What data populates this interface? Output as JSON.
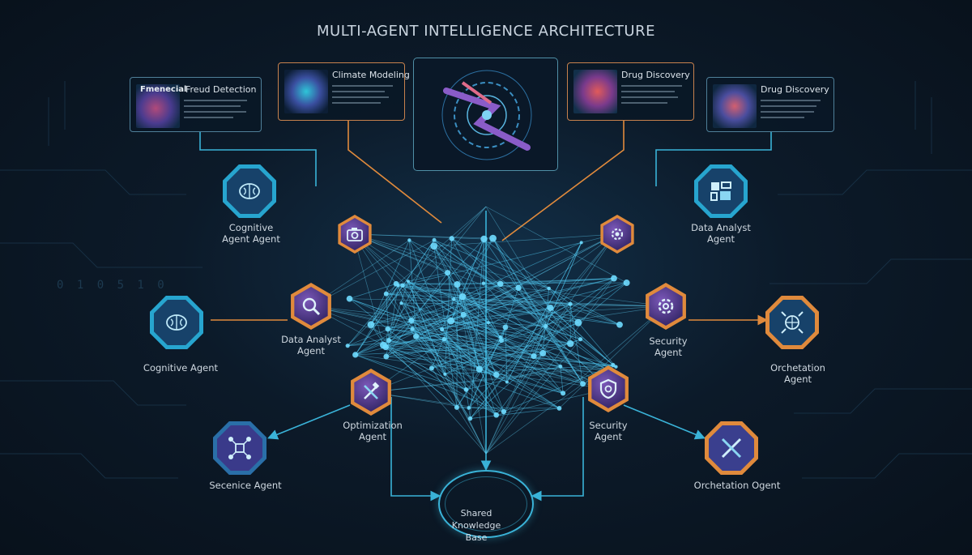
{
  "title": "MULTI-AGENT INTELLIGENCE ARCHITECTURE",
  "cards": [
    {
      "tag": "Fmenecial",
      "title": "Freud Detection"
    },
    {
      "title": "Climate Modeling"
    },
    {
      "title": "Drug Discovery"
    },
    {
      "title": "Drug Discovery"
    }
  ],
  "agents": {
    "cognitive_agent_top": "Cognitive Agent Agent",
    "data_analyst_left": "Data Analyst Agent",
    "cognitive_agent_left": "Cognitive Agent",
    "optimization_agent": "Optimization Agent",
    "secenice_agent": "Secenice Agent",
    "data_analyst_right": "Data Analyst Agent",
    "security_agent_right": "Security Agent",
    "orchestration_agent_right": "Orchetation Agent",
    "security_agent_center": "Security Agent",
    "orchestration_ogent": "Orchetation Ogent"
  },
  "knowledge_base": "Shared Knowledge Base",
  "background_digits": "0 1 0 5 1 0",
  "colors": {
    "background": "#0b1622",
    "accent_orange": "#e08a3c",
    "accent_cyan": "#3ab3d8",
    "node_blue": "#5fd0f5",
    "hex_purple": "#5a3f98"
  }
}
